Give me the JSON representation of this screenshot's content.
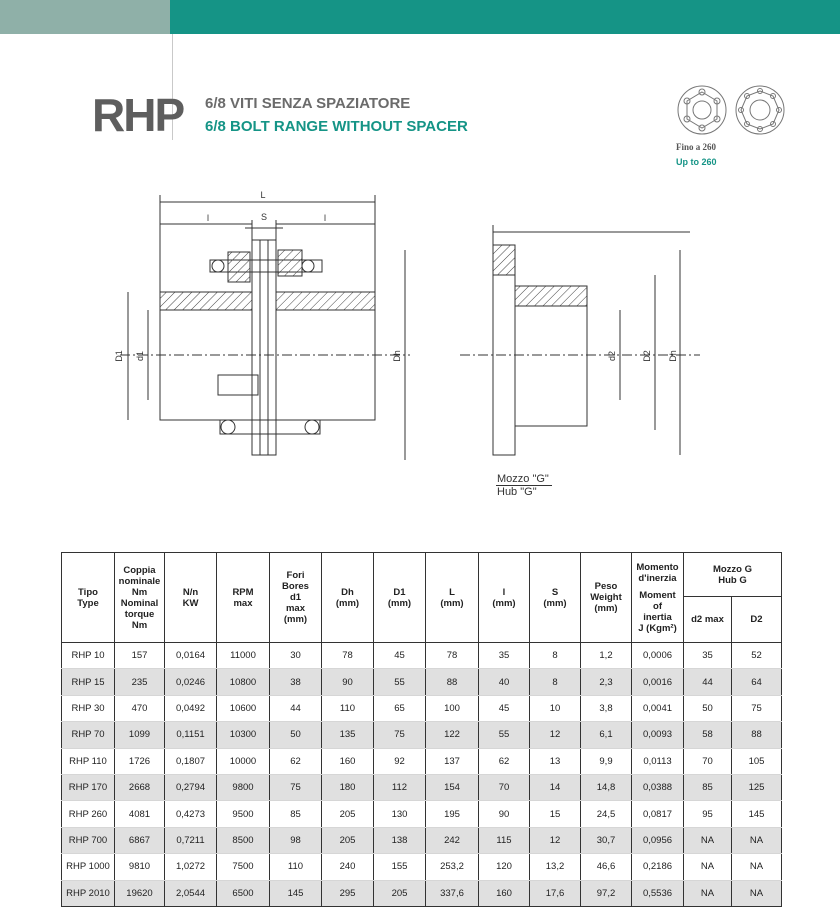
{
  "header": {
    "model": "RHP",
    "title_it": "6/8 VITI SENZA SPAZIATORE",
    "title_en": "6/8 BOLT RANGE WITHOUT  SPACER",
    "fino_it": "Fino a 260",
    "fino_en": "Up to 260"
  },
  "drawing": {
    "dim_L": "L",
    "dim_S": "S",
    "dim_l": "l",
    "dim_D1": "D1",
    "dim_d1": "d1",
    "dim_Dh": "Dh",
    "dim_d2": "d2",
    "dim_D2": "D2",
    "hub_it": "Mozzo \"G\"",
    "hub_en": "Hub  \"G\""
  },
  "table": {
    "h_tipo": [
      "Tipo",
      "Type"
    ],
    "h_coppia": [
      "Coppia",
      "nominale",
      "Nm"
    ],
    "h_torque": [
      "Nominal",
      "torque",
      "Nm"
    ],
    "h_nn": [
      "N/n",
      "KW"
    ],
    "h_rpm": [
      "RPM",
      "max"
    ],
    "h_fori": [
      "Fori",
      "Bores"
    ],
    "h_d1max": [
      "d1",
      "max",
      "(mm)"
    ],
    "h_dh": [
      "Dh",
      "(mm)"
    ],
    "h_D1": [
      "D1",
      "(mm)"
    ],
    "h_L": [
      "L",
      "(mm)"
    ],
    "h_l": [
      "l",
      "(mm)"
    ],
    "h_S": [
      "S",
      "(mm)"
    ],
    "h_peso": [
      "Peso",
      "Weight",
      "(mm)"
    ],
    "h_momento": [
      "Momento",
      "d'inerzia"
    ],
    "h_moment": [
      "Moment",
      "of",
      "inertia",
      "J (Kgm²)"
    ],
    "h_mozzo": [
      "Mozzo G",
      "Hub G"
    ],
    "h_d2max": "d2 max",
    "h_D2": "D2",
    "rows": [
      [
        "RHP 10",
        "157",
        "0,0164",
        "11000",
        "30",
        "78",
        "45",
        "78",
        "35",
        "8",
        "1,2",
        "0,0006",
        "35",
        "52"
      ],
      [
        "RHP 15",
        "235",
        "0,0246",
        "10800",
        "38",
        "90",
        "55",
        "88",
        "40",
        "8",
        "2,3",
        "0,0016",
        "44",
        "64"
      ],
      [
        "RHP 30",
        "470",
        "0,0492",
        "10600",
        "44",
        "110",
        "65",
        "100",
        "45",
        "10",
        "3,8",
        "0,0041",
        "50",
        "75"
      ],
      [
        "RHP 70",
        "1099",
        "0,1151",
        "10300",
        "50",
        "135",
        "75",
        "122",
        "55",
        "12",
        "6,1",
        "0,0093",
        "58",
        "88"
      ],
      [
        "RHP 110",
        "1726",
        "0,1807",
        "10000",
        "62",
        "160",
        "92",
        "137",
        "62",
        "13",
        "9,9",
        "0,0113",
        "70",
        "105"
      ],
      [
        "RHP 170",
        "2668",
        "0,2794",
        "9800",
        "75",
        "180",
        "112",
        "154",
        "70",
        "14",
        "14,8",
        "0,0388",
        "85",
        "125"
      ],
      [
        "RHP 260",
        "4081",
        "0,4273",
        "9500",
        "85",
        "205",
        "130",
        "195",
        "90",
        "15",
        "24,5",
        "0,0817",
        "95",
        "145"
      ],
      [
        "RHP 700",
        "6867",
        "0,7211",
        "8500",
        "98",
        "205",
        "138",
        "242",
        "115",
        "12",
        "30,7",
        "0,0956",
        "NA",
        "NA"
      ],
      [
        "RHP 1000",
        "9810",
        "1,0272",
        "7500",
        "110",
        "240",
        "155",
        "253,2",
        "120",
        "13,2",
        "46,6",
        "0,2186",
        "NA",
        "NA"
      ],
      [
        "RHP 2010",
        "19620",
        "2,0544",
        "6500",
        "145",
        "295",
        "205",
        "337,6",
        "160",
        "17,6",
        "97,2",
        "0,5536",
        "NA",
        "NA"
      ]
    ]
  }
}
